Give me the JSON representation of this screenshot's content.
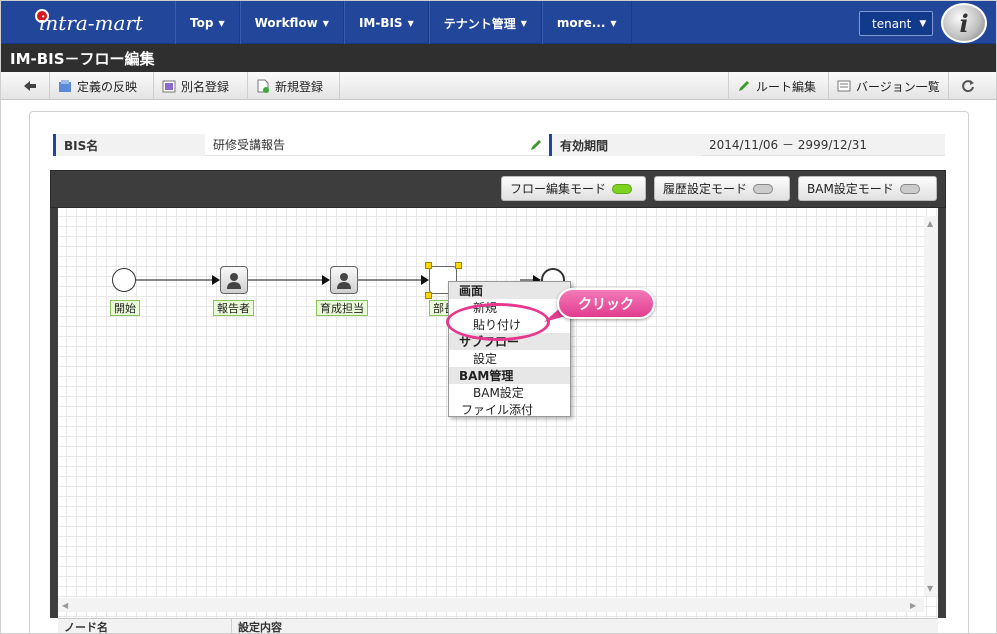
{
  "nav": {
    "logo": "intra-mart",
    "items": [
      {
        "label": "Top"
      },
      {
        "label": "Workflow"
      },
      {
        "label": "IM-BIS"
      },
      {
        "label": "テナント管理"
      },
      {
        "label": "more..."
      }
    ],
    "tenant": "tenant",
    "icon_letter": "i"
  },
  "page": {
    "title": "IM-BIS－フロー編集"
  },
  "toolbar": {
    "back_icon": "arrow-left-icon",
    "apply_label": "定義の反映",
    "alias_label": "別名登録",
    "new_label": "新規登録",
    "route_edit_label": "ルート編集",
    "version_list_label": "バージョン一覧",
    "refresh_icon": "refresh-icon"
  },
  "info": {
    "bis_name_label": "BIS名",
    "bis_name_value": "研修受講報告",
    "period_label": "有効期間",
    "period_value": "2014/11/06 － 2999/12/31"
  },
  "modes": {
    "flow_edit": "フロー編集モード",
    "history": "履歴設定モード",
    "bam": "BAM設定モード",
    "active": "flow_edit"
  },
  "flow": {
    "nodes": {
      "start": "開始",
      "reporter": "報告者",
      "trainer": "育成担当",
      "dept": "部長"
    }
  },
  "context_menu": {
    "screen_header": "画面",
    "new_item": "新規",
    "paste_item": "貼り付け",
    "subflow_header": "サブフロー",
    "settings_item": "設定",
    "bam_header": "BAM管理",
    "bam_settings_item": "BAM設定",
    "attach_item": "ファイル添付"
  },
  "callout": {
    "text": "クリック"
  },
  "node_table": {
    "col_node": "ノード名",
    "col_setting": "設定内容"
  },
  "colors": {
    "nav": "#22479a",
    "title": "#2f2f2f",
    "callout": "#e23c8f",
    "active_indicator": "#7ed321"
  }
}
